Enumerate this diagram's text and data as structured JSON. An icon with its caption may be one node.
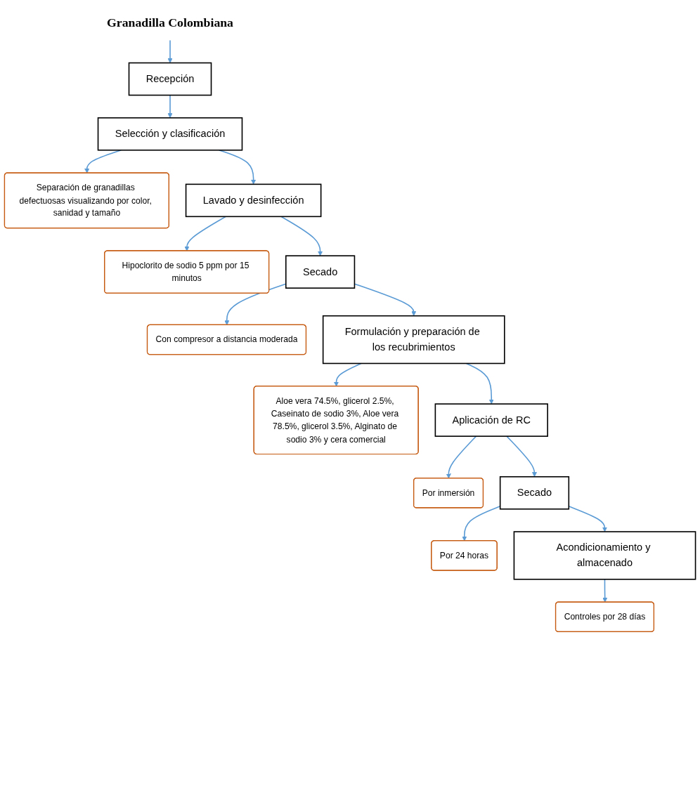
{
  "diagram": {
    "nodes": [
      {
        "text": [
          "Granadilla Colombiana"
        ]
      },
      {
        "text": [
          "Recepción"
        ]
      },
      {
        "text": [
          "Selección y clasificación"
        ]
      },
      {
        "text": [
          "Separación de granadillas defectuosas visualizando por color, sanidad y tamaño"
        ]
      },
      {
        "text": [
          "Lavado y desinfección"
        ]
      },
      {
        "text": [
          "Hipoclorito de sodio 5 ppm por 15 minutos"
        ]
      },
      {
        "text": [
          "Secado"
        ]
      },
      {
        "text": [
          "Con compresor a distancia moderada"
        ]
      },
      {
        "text": [
          "Formulación y preparación de los recubrimientos"
        ]
      },
      {
        "text": [
          "Aloe vera 74.5%, glicerol 2.5%, Caseinato de sodio 3%, Aloe vera 78.5%, glicerol 3.5%, Alginato de sodio 3% y cera comercial"
        ]
      },
      {
        "text": [
          "Aplicación de RC"
        ]
      },
      {
        "text": [
          "Por inmersión"
        ]
      },
      {
        "text": [
          "Secado"
        ]
      },
      {
        "text": [
          "Por 24 horas"
        ]
      },
      {
        "text": [
          "Acondicionamiento y almacenado"
        ]
      },
      {
        "text": [
          "Controles por 28 días"
        ]
      }
    ],
    "edges": [
      {
        "from": 0,
        "to": 1,
        "arrow": "to"
      },
      {
        "from": 1,
        "to": 2,
        "arrow": "to"
      },
      {
        "from": 2,
        "to": 3,
        "arrow": "to"
      },
      {
        "from": 2,
        "to": 4,
        "arrow": "to"
      },
      {
        "from": 4,
        "to": 5,
        "arrow": "to"
      },
      {
        "from": 4,
        "to": 6,
        "arrow": "to"
      },
      {
        "from": 6,
        "to": 7,
        "arrow": "to"
      },
      {
        "from": 6,
        "to": 8,
        "arrow": "to"
      },
      {
        "from": 8,
        "to": 9,
        "arrow": "to"
      },
      {
        "from": 8,
        "to": 10,
        "arrow": "to"
      },
      {
        "from": 10,
        "to": 11,
        "arrow": "to"
      },
      {
        "from": 10,
        "to": 12,
        "arrow": "to"
      },
      {
        "from": 12,
        "to": 13,
        "arrow": "to"
      },
      {
        "from": 12,
        "to": 14,
        "arrow": "to"
      },
      {
        "from": 14,
        "to": 15,
        "arrow": "to"
      }
    ]
  }
}
